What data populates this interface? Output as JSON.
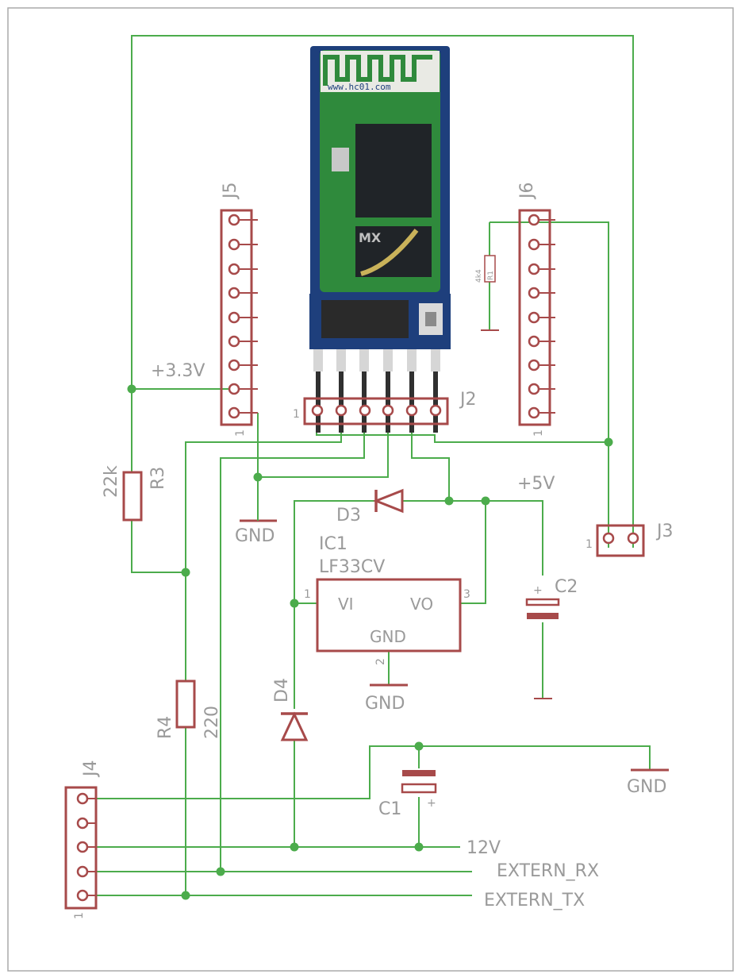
{
  "module": {
    "url_text": "www.hc01.com",
    "logo_text": "MX"
  },
  "labels": {
    "j5": "J5",
    "j6": "J6",
    "j2": "J2",
    "j3": "J3",
    "j4": "J4",
    "v33": "+3.3V",
    "v5": "+5V",
    "r3": "R3",
    "r3_val": "22k",
    "r4": "R4",
    "r4_val": "220",
    "r1": "R1",
    "r1_val": "4k4",
    "d3": "D3",
    "d4": "D4",
    "ic1": "IC1",
    "ic1_val": "LF33CV",
    "ic_vi": "VI",
    "ic_vo": "VO",
    "ic_gnd": "GND",
    "c1": "C1",
    "c2": "C2",
    "gnd": "GND",
    "net_12v": "12V",
    "net_rx": "EXTERN_RX",
    "net_tx": "EXTERN_TX"
  },
  "pin_numbers": {
    "one": "1",
    "two": "2",
    "three": "3",
    "cap_plus": "+"
  }
}
